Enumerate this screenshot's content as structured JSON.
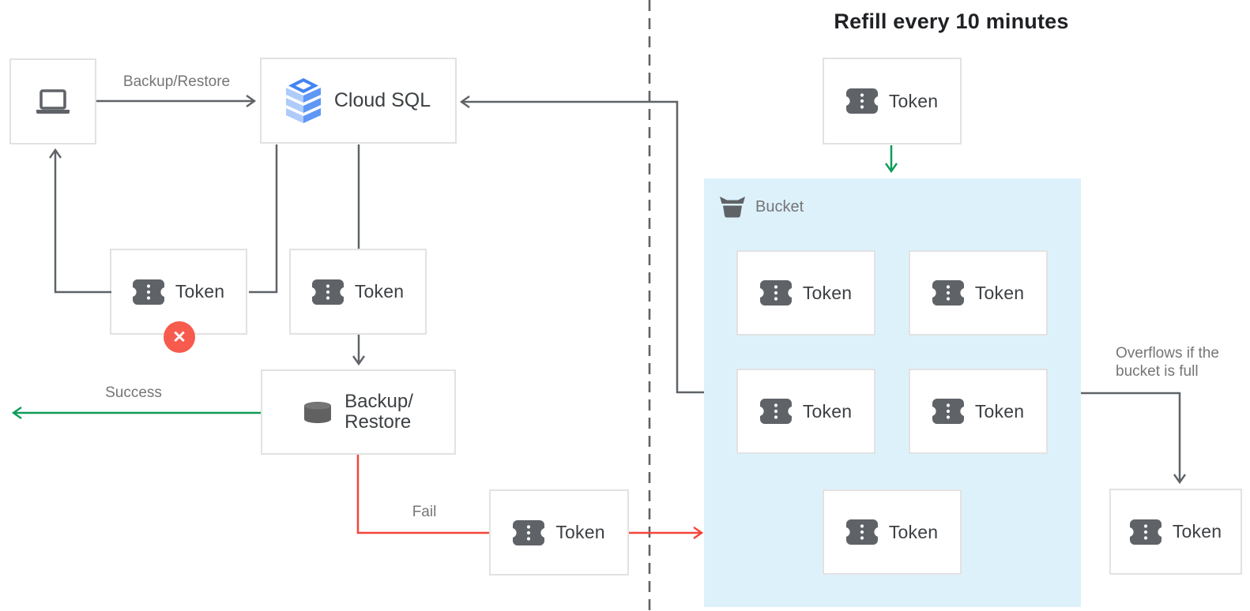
{
  "diagram": {
    "title": "Refill every 10 minutes",
    "labels": {
      "token": "Token",
      "cloud_sql": "Cloud SQL",
      "backup_restore_arrow": "Backup/Restore",
      "backup_box_line1": "Backup/",
      "backup_box_line2": "Restore",
      "success": "Success",
      "fail": "Fail",
      "bucket": "Bucket",
      "overflow_line1": "Overflows if the",
      "overflow_line2": "bucket is full",
      "rejected_mark": "✕"
    },
    "nodes": [
      {
        "id": "client",
        "icon": "laptop-icon",
        "label": ""
      },
      {
        "id": "cloud-sql",
        "icon": "cloud-sql-icon",
        "label": "Cloud SQL"
      },
      {
        "id": "token-rejected",
        "icon": "ticket-icon",
        "label": "Token",
        "badge": "rejected"
      },
      {
        "id": "token-pending",
        "icon": "ticket-icon",
        "label": "Token"
      },
      {
        "id": "backup-restore",
        "icon": "database-icon",
        "label": "Backup/ Restore"
      },
      {
        "id": "token-fail",
        "icon": "ticket-icon",
        "label": "Token"
      },
      {
        "id": "token-refill",
        "icon": "ticket-icon",
        "label": "Token"
      },
      {
        "id": "bucket",
        "icon": "bucket-icon",
        "label": "Bucket",
        "tokens_inside": 5
      },
      {
        "id": "token-overflow",
        "icon": "ticket-icon",
        "label": "Token"
      }
    ],
    "colors": {
      "line_gray": "#5f6368",
      "label_gray": "#757575",
      "text_dark": "#3c4043",
      "title_dark": "#202124",
      "success_green": "#0d9d58",
      "fail_red": "#f4453c",
      "reject_badge_red": "#f65b4e",
      "bucket_fill": "#ddf1fb",
      "box_border": "#e2e2e2",
      "icon_gray": "#5f6368",
      "cloud_sql_blue": "#4285f4",
      "cloud_sql_light_blue": "#aecbfa",
      "cloud_sql_mid_blue": "#5e97f6"
    }
  }
}
